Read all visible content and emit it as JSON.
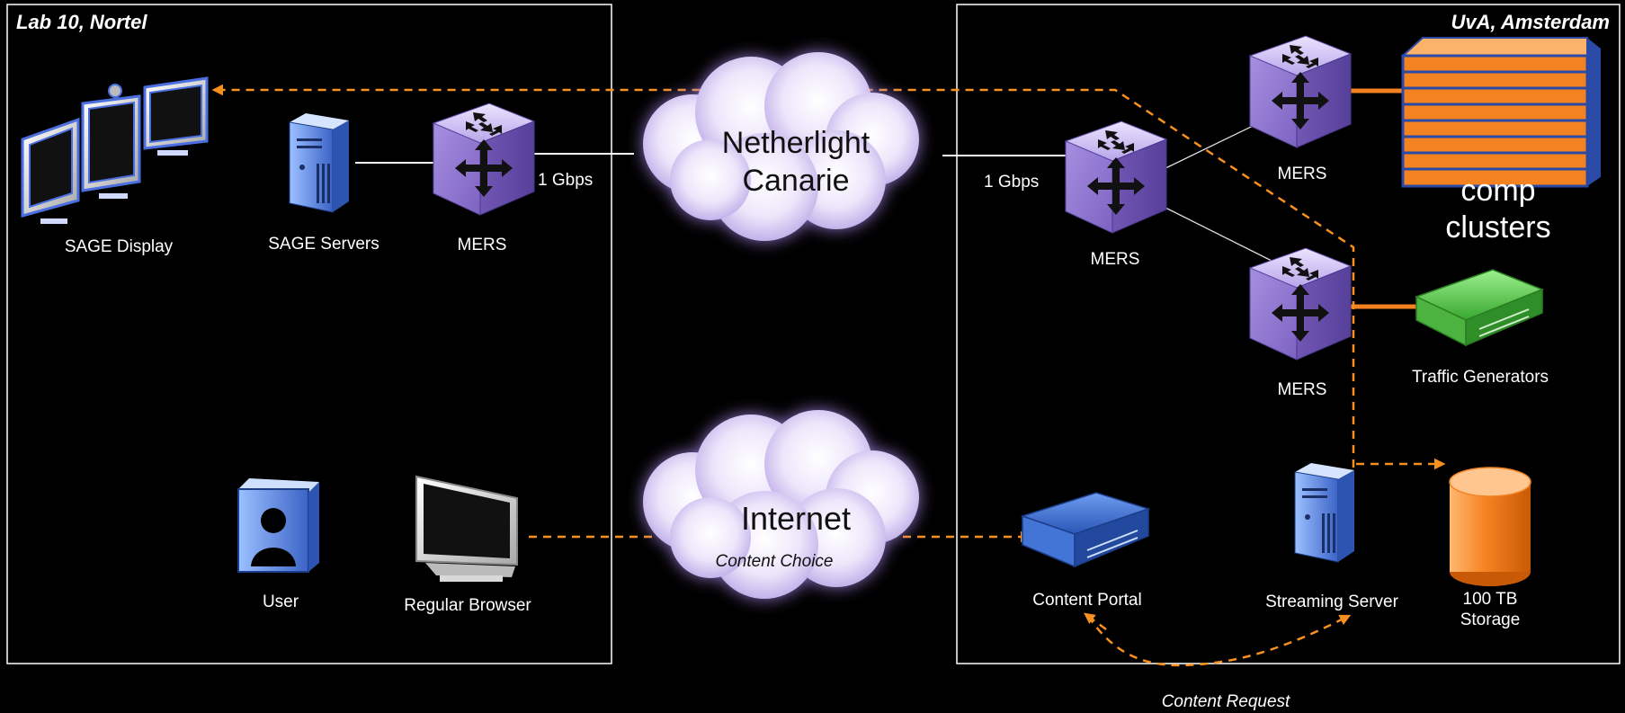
{
  "left_panel": {
    "title": "Lab 10, Nortel"
  },
  "right_panel": {
    "title": "UvA, Amsterdam"
  },
  "clouds": {
    "netherlight_line1": "Netherlight",
    "netherlight_line2": "Canarie",
    "internet": "Internet",
    "internet_caption": "Content Choice"
  },
  "links": {
    "left_speed": "1 Gbps",
    "right_speed": "1 Gbps"
  },
  "nodes": {
    "sage_display": "SAGE Display",
    "sage_servers": "SAGE Servers",
    "mers_left": "MERS",
    "mers_center": "MERS",
    "mers_top": "MERS",
    "mers_bottom": "MERS",
    "comp_clusters_line1": "comp",
    "comp_clusters_line2": "clusters",
    "traffic_generators": "Traffic Generators",
    "user": "User",
    "regular_browser": "Regular Browser",
    "content_portal": "Content Portal",
    "streaming_server": "Streaming Server",
    "storage_line1": "100 TB",
    "storage_line2": "Storage"
  },
  "content_request": "Content Request",
  "colors": {
    "background": "#000000",
    "panel_border": "#ffffff",
    "arrow": "#f7901e",
    "router": "#9b82d6",
    "cloud": "#d9ccf2",
    "server": "#4f7fd8",
    "traffic_gen": "#55c04a",
    "storage": "#f58220"
  }
}
